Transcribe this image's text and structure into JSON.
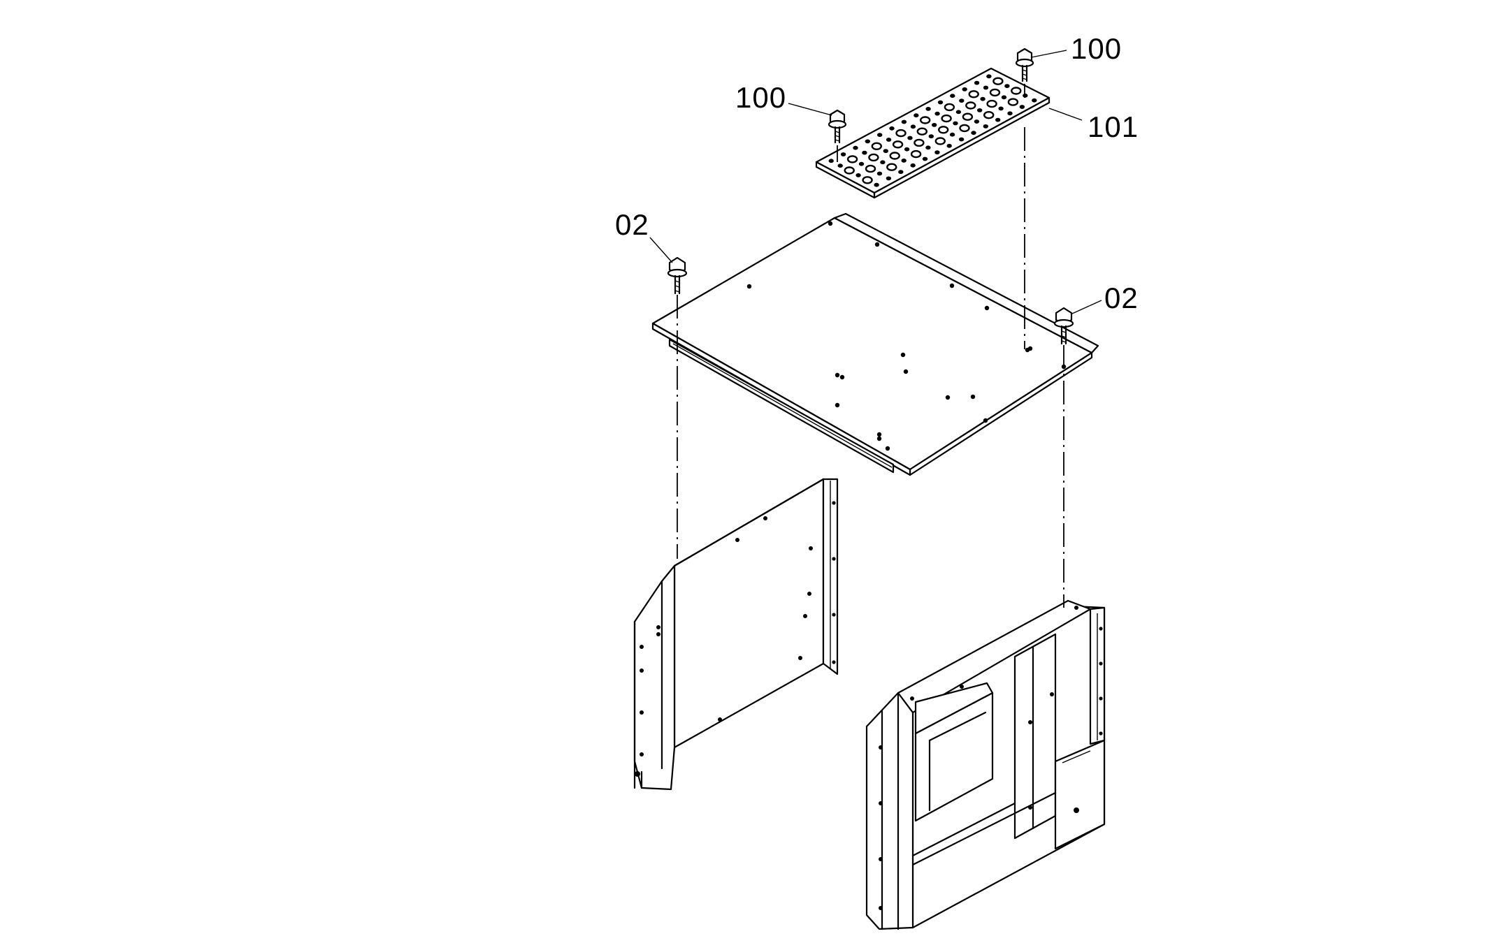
{
  "callouts": {
    "bolt_top_right": "100",
    "bolt_top_left": "100",
    "plate": "101",
    "bolt_left": "02",
    "bolt_right": "02"
  },
  "colors": {
    "line": "#000000",
    "background": "#ffffff"
  }
}
